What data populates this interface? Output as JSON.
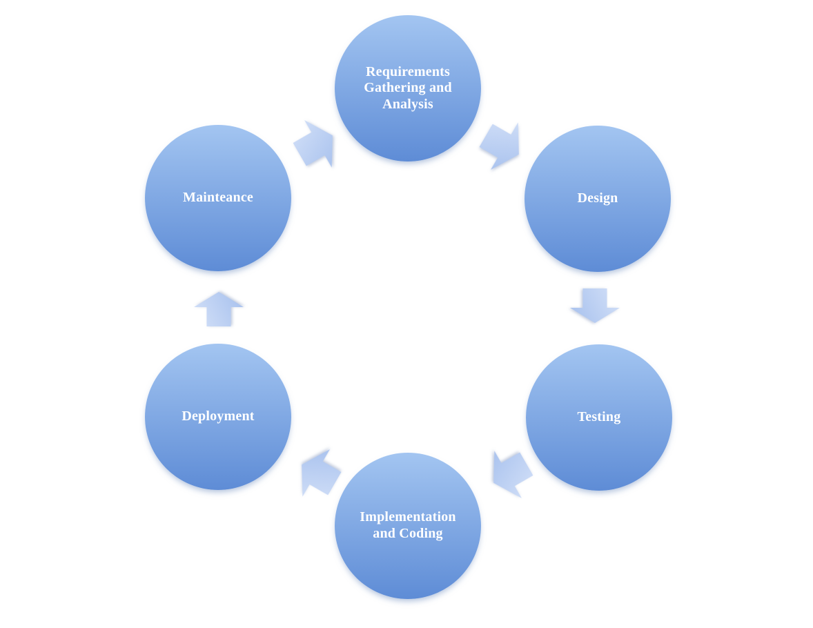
{
  "diagram": {
    "type": "cycle",
    "nodes": [
      {
        "id": "requirements",
        "label": "Requirements Gathering and Analysis"
      },
      {
        "id": "design",
        "label": "Design"
      },
      {
        "id": "testing",
        "label": "Testing"
      },
      {
        "id": "implementation",
        "label": "Implementation and Coding"
      },
      {
        "id": "deployment",
        "label": "Deployment"
      },
      {
        "id": "maintenance",
        "label": "Mainteance"
      }
    ],
    "arrows": [
      {
        "from": "maintenance",
        "to": "requirements"
      },
      {
        "from": "requirements",
        "to": "design"
      },
      {
        "from": "design",
        "to": "testing"
      },
      {
        "from": "testing",
        "to": "implementation"
      },
      {
        "from": "implementation",
        "to": "deployment"
      },
      {
        "from": "deployment",
        "to": "maintenance"
      }
    ],
    "colors": {
      "background": "#ffffff",
      "node_gradient_top": "#a3c5f1",
      "node_gradient_bottom": "#5e8cd6",
      "arrow_gradient_light": "#d4e1f8",
      "arrow_gradient_dark": "#adc5ef",
      "node_text": "#ffffff"
    }
  }
}
